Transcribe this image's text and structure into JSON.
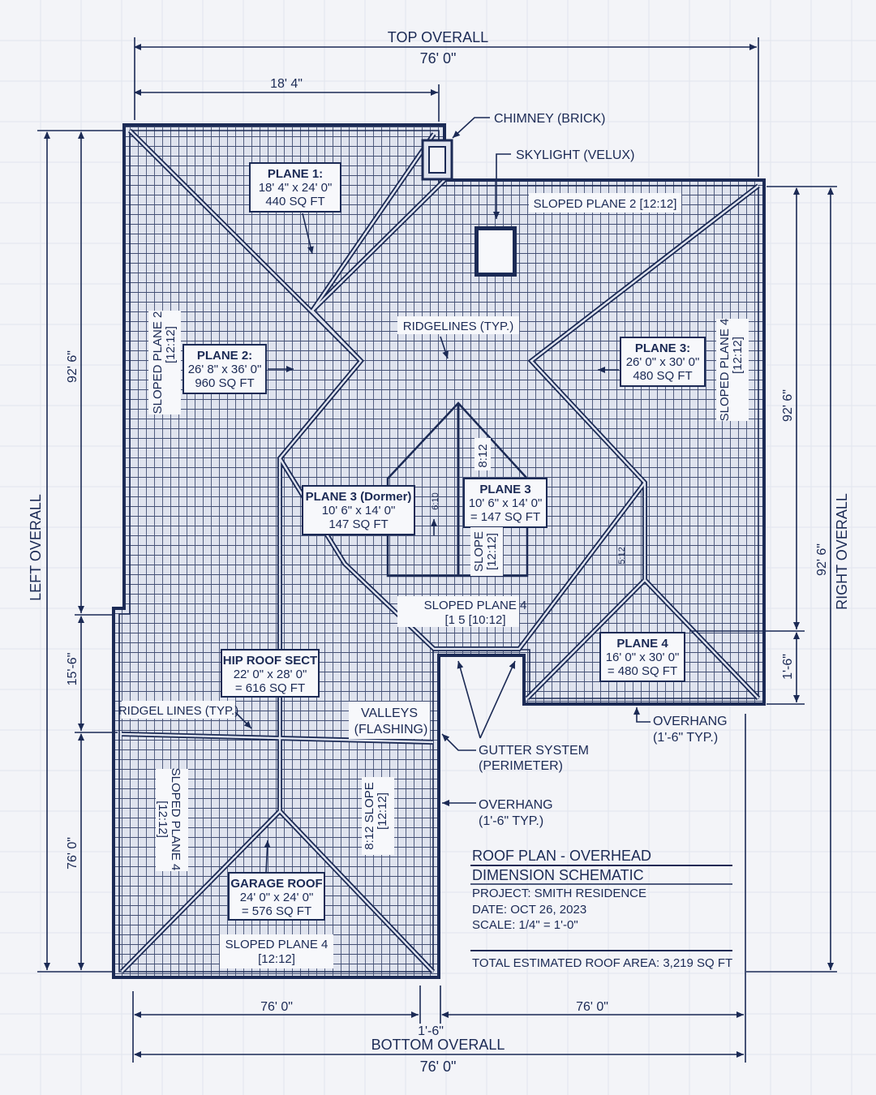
{
  "dimensions": {
    "top_title": "TOP OVERALL",
    "top_value": "76' 0\"",
    "top_segment": "18' 4\"",
    "left_title": "LEFT OVERALL",
    "left_upper": "92' 6\"",
    "left_middle": "15'-6\"",
    "left_lower": "76' 0\"",
    "right_title": "RIGHT OVERALL",
    "right_outer": "92' 6\"",
    "right_inner": "92' 6\"",
    "right_lower": "1'-6\"",
    "bottom_left": "76' 0\"",
    "bottom_right": "76' 0\"",
    "bottom_gap": "1'-6\"",
    "bottom_title": "BOTTOM OVERALL",
    "bottom_value": "76' 0\""
  },
  "callouts": {
    "chimney": "CHIMNEY (BRICK)",
    "skylight": "SKYLIGHT (VELUX)",
    "gutter_line1": "GUTTER SYSTEM",
    "gutter_line2": "(PERIMETER)",
    "overhang_right_line1": "OVERHANG",
    "overhang_right_line2": "(1'-6\" TYP.)",
    "overhang_mid_line1": "OVERHANG",
    "overhang_mid_line2": "(1'-6\" TYP.)",
    "valleys_line1": "VALLEYS",
    "valleys_line2": "(FLASHING)",
    "ridgelines_top": "RIDGELINES (TYP.)",
    "ridgelines_left": "RIDGEL LINES (TYP.)"
  },
  "planes": {
    "plane1": {
      "name": "PLANE 1:",
      "dims": "18' 4\" x 24' 0\"",
      "area": "440 SQ FT"
    },
    "plane2": {
      "name": "PLANE 2:",
      "dims": "26' 8\" x 36' 0\"",
      "area": "960 SQ FT"
    },
    "plane3_right": {
      "name": "PLANE 3:",
      "dims": "26' 0\" x 30' 0\"",
      "area": "480 SQ FT"
    },
    "dormer": {
      "name": "PLANE 3 (Dormer)",
      "dims": "10' 6\" x 14' 0\"",
      "area": "147 SQ FT"
    },
    "plane3": {
      "name": "PLANE 3",
      "dims": "10' 6\" x 14' 0\"",
      "area": "= 147 SQ FT"
    },
    "plane4": {
      "name": "PLANE 4",
      "dims": "16' 0\" x 30' 0\"",
      "area": "= 480 SQ FT"
    },
    "hip": {
      "name": "HIP ROOF SECT",
      "dims": "22' 0\" x 28' 0\"",
      "area": "= 616 SQ FT"
    },
    "garage": {
      "name": "GARAGE ROOF",
      "dims": "24' 0\" x 24' 0\"",
      "area": "= 576 SQ FT"
    }
  },
  "slopes": {
    "sloped_plane_2_top": "SLOPED PLANE 2 [12:12]",
    "sloped_plane_2_left_a": "SLOPED PLANE 2",
    "sloped_plane_2_left_b": "[12:12]",
    "sloped_plane_4_right_a": "SLOPED PLANE 4",
    "sloped_plane_4_right_b": "[12:12]",
    "sloped_plane_4_center_a": "SLOPED PLANE 4",
    "sloped_plane_4_center_b": "[1 5 [10:12]",
    "sloped_plane_4_left_a": "SLOPED PLANE 4",
    "sloped_plane_4_left_b": "[12:12]",
    "sloped_plane_4_bottom_a": "SLOPED PLANE 4",
    "sloped_plane_4_bottom_b": "[12:12]",
    "slope_dormer": "SLOPE",
    "slope_dormer_b": "[12:12]",
    "dormer_ratio": "8:12",
    "slope_812": "8:12 SLOPE",
    "slope_812_b": "[12:12]",
    "small_mark_a": "6:10",
    "small_mark_b": "5:12"
  },
  "titleblock": {
    "line1": "ROOF PLAN - OVERHEAD",
    "line2": "DIMENSION SCHEMATIC",
    "project": "PROJECT: SMITH RESIDENCE",
    "date": "DATE: OCT 26, 2023",
    "scale": "SCALE: 1/4\" = 1'-0\"",
    "total": "TOTAL ESTIMATED ROOF AREA: 3,219 SQ FT"
  },
  "colors": {
    "ink": "#1b2a55",
    "paper": "#f3f4f8",
    "roof": "#d9deea"
  }
}
